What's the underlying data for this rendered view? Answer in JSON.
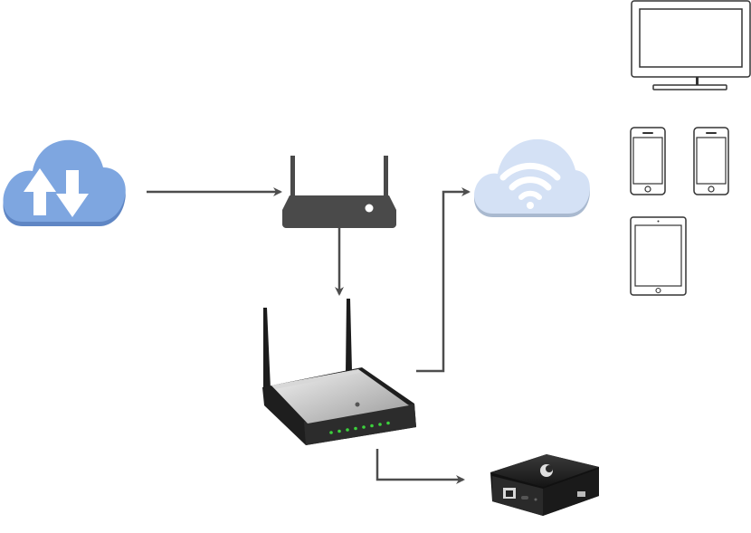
{
  "nodes": [
    {
      "id": "internet",
      "icon": "cloud-upload-download-icon",
      "color": "#7ea6e0"
    },
    {
      "id": "modem",
      "icon": "modem-router-icon",
      "color": "#4a4a4a"
    },
    {
      "id": "wifi",
      "icon": "cloud-wifi-icon",
      "color": "#d4e1f5"
    },
    {
      "id": "wireless-router",
      "icon": "wireless-router-icon",
      "color": "#2b2b2b"
    },
    {
      "id": "set-top-box",
      "icon": "set-top-box-icon",
      "color": "#1e1e1e"
    },
    {
      "id": "tv",
      "icon": "tv-monitor-icon",
      "color": "#333333"
    },
    {
      "id": "phone-1",
      "icon": "smartphone-icon",
      "color": "#333333"
    },
    {
      "id": "phone-2",
      "icon": "smartphone-icon",
      "color": "#333333"
    },
    {
      "id": "tablet",
      "icon": "tablet-icon",
      "color": "#333333"
    }
  ],
  "connectors": [
    {
      "from": "internet",
      "to": "modem"
    },
    {
      "from": "modem",
      "to": "wireless-router"
    },
    {
      "from": "wireless-router",
      "to": "wifi"
    },
    {
      "from": "wireless-router",
      "to": "set-top-box"
    }
  ],
  "colors": {
    "connector": "#4d4d4d",
    "led": "#3cd23c"
  }
}
